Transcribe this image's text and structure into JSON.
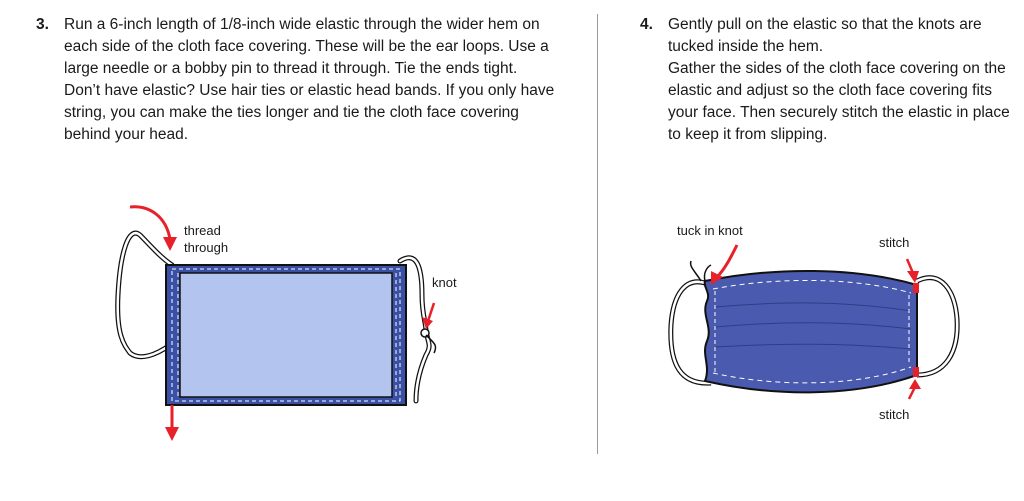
{
  "step3": {
    "number": "3.",
    "paragraphs": [
      "Run a 6-inch length of 1/8-inch wide elastic through the wider hem on each side of the cloth face covering. These will be the ear loops. Use a large needle or a bobby pin to thread it through. Tie the ends tight.",
      "Don’t have elastic? Use hair ties or elastic head bands. If you only have string, you can make the ties longer and tie the cloth face covering behind your head."
    ],
    "labels": {
      "thread_line1": "thread",
      "thread_line2": "through",
      "knot": "knot"
    }
  },
  "step4": {
    "number": "4.",
    "paragraphs": [
      "Gently pull on the elastic so that the knots are tucked inside the hem.",
      "Gather the sides of the cloth face covering on the elastic and adjust so the cloth face covering fits your face. Then securely stitch the elastic in place to keep it from slipping."
    ],
    "labels": {
      "tuck": "tuck in knot",
      "stitch_top": "stitch",
      "stitch_bottom": "stitch"
    }
  },
  "colors": {
    "hem_dark": "#3a4fa6",
    "panel_light": "#b3c4ef",
    "mask_blue": "#4a5aae",
    "arrow_red": "#e8202a",
    "outline": "#111111"
  }
}
